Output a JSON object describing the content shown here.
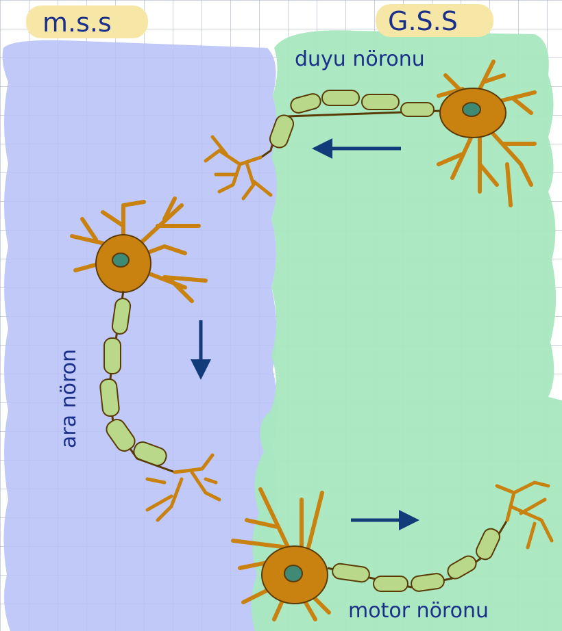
{
  "title_left": "m.s.s",
  "title_right": "G.S.S",
  "labels": {
    "sensory": "duyu nöronu",
    "inter": "ara nöron",
    "motor": "motor nöronu"
  },
  "colors": {
    "cns_region": "#b9c3f7",
    "pns_region": "#a8e8bf",
    "highlight": "#f7e7a6",
    "grid": "#9aa3b8",
    "neuron_body": "#c9820f",
    "neuron_outline": "#5a3a05",
    "nucleus": "#3f8a74",
    "myelin": "#b9d88a",
    "arrow": "#123b7a",
    "label": "#1a2f8a"
  }
}
